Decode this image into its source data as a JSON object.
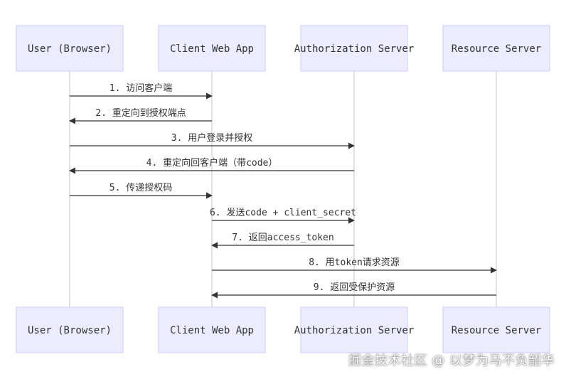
{
  "participants": [
    {
      "id": "user",
      "label": "User (Browser)"
    },
    {
      "id": "client",
      "label": "Client Web App"
    },
    {
      "id": "auth",
      "label": "Authorization Server"
    },
    {
      "id": "resource",
      "label": "Resource Server"
    }
  ],
  "messages": [
    {
      "from": 0,
      "to": 1,
      "label": "1. 访问客户端"
    },
    {
      "from": 1,
      "to": 0,
      "label": "2. 重定向到授权端点"
    },
    {
      "from": 0,
      "to": 2,
      "label": "3. 用户登录并授权"
    },
    {
      "from": 2,
      "to": 0,
      "label": "4. 重定向回客户端（带code）"
    },
    {
      "from": 0,
      "to": 1,
      "label": "5. 传递授权码"
    },
    {
      "from": 1,
      "to": 2,
      "label": "6. 发送code + client_secret"
    },
    {
      "from": 2,
      "to": 1,
      "label": "7. 返回access_token"
    },
    {
      "from": 1,
      "to": 3,
      "label": "8. 用token请求资源"
    },
    {
      "from": 3,
      "to": 1,
      "label": "9. 返回受保护资源"
    }
  ],
  "watermark": "掘金技术社区 @ 以梦为马不负韶华",
  "colors": {
    "actor_fill": "#ECECFF",
    "actor_stroke": "#d4d2ff",
    "line": "#333333",
    "lifeline": "#cfcfcf"
  }
}
